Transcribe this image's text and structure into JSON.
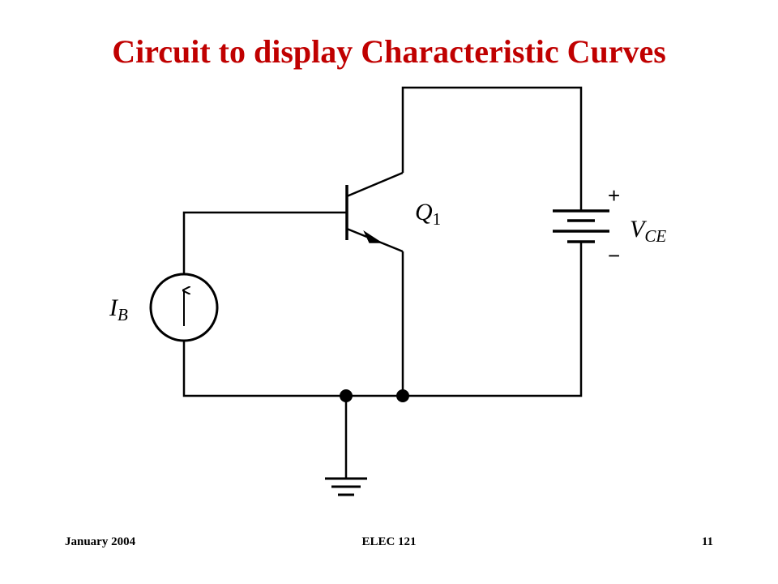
{
  "slide": {
    "title": "Circuit to display Characteristic Curves"
  },
  "diagram": {
    "labels": {
      "transistor_main": "Q",
      "transistor_sub": "1",
      "source_main": "I",
      "source_sub": "B",
      "supply_main": "V",
      "supply_sub": "CE",
      "supply_plus": "+",
      "supply_minus": "−"
    },
    "icons": {
      "transistor": "npn-transistor-icon",
      "current_source": "current-source-icon",
      "battery": "battery-icon",
      "ground": "ground-icon"
    },
    "colors": {
      "title": "#c00000",
      "wire": "#000000"
    }
  },
  "footer": {
    "date": "January 2004",
    "course": "ELEC 121",
    "page_number": "11"
  }
}
